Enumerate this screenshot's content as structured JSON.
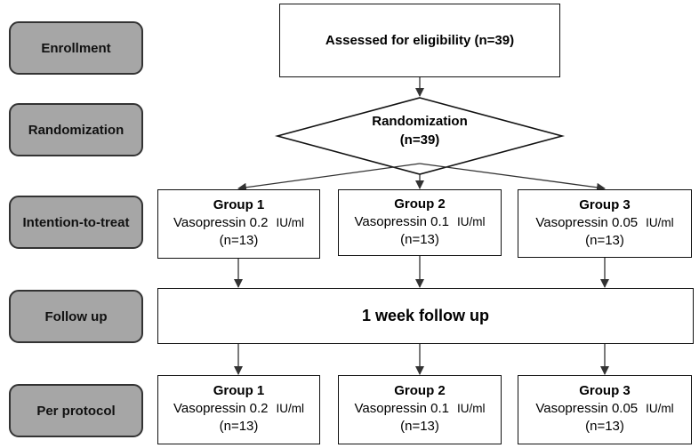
{
  "stages": {
    "enrollment": "Enrollment",
    "randomization": "Randomization",
    "intention_to_treat": "Intention-to-treat",
    "follow_up": "Follow up",
    "per_protocol": "Per protocol"
  },
  "eligibility": "Assessed for eligibility (n=39)",
  "randomization_node": {
    "title": "Randomization",
    "count": "(n=39)"
  },
  "itt_groups": [
    {
      "title": "Group 1",
      "drug": "Vasopressin 0.2",
      "unit": "IU/ml",
      "count": "(n=13)"
    },
    {
      "title": "Group 2",
      "drug": "Vasopressin 0.1",
      "unit": "IU/ml",
      "count": "(n=13)"
    },
    {
      "title": "Group 3",
      "drug": "Vasopressin 0.05",
      "unit": "IU/ml",
      "count": "(n=13)"
    }
  ],
  "follow_up_text": "1 week follow up",
  "pp_groups": [
    {
      "title": "Group 1",
      "drug": "Vasopressin 0.2",
      "unit": "IU/ml",
      "count": "(n=13)"
    },
    {
      "title": "Group 2",
      "drug": "Vasopressin 0.1",
      "unit": "IU/ml",
      "count": "(n=13)"
    },
    {
      "title": "Group 3",
      "drug": "Vasopressin 0.05",
      "unit": "IU/ml",
      "count": "(n=13)"
    }
  ],
  "colors": {
    "stage_fill": "#a6a6a6",
    "stage_border": "#333333",
    "line": "#333333"
  }
}
